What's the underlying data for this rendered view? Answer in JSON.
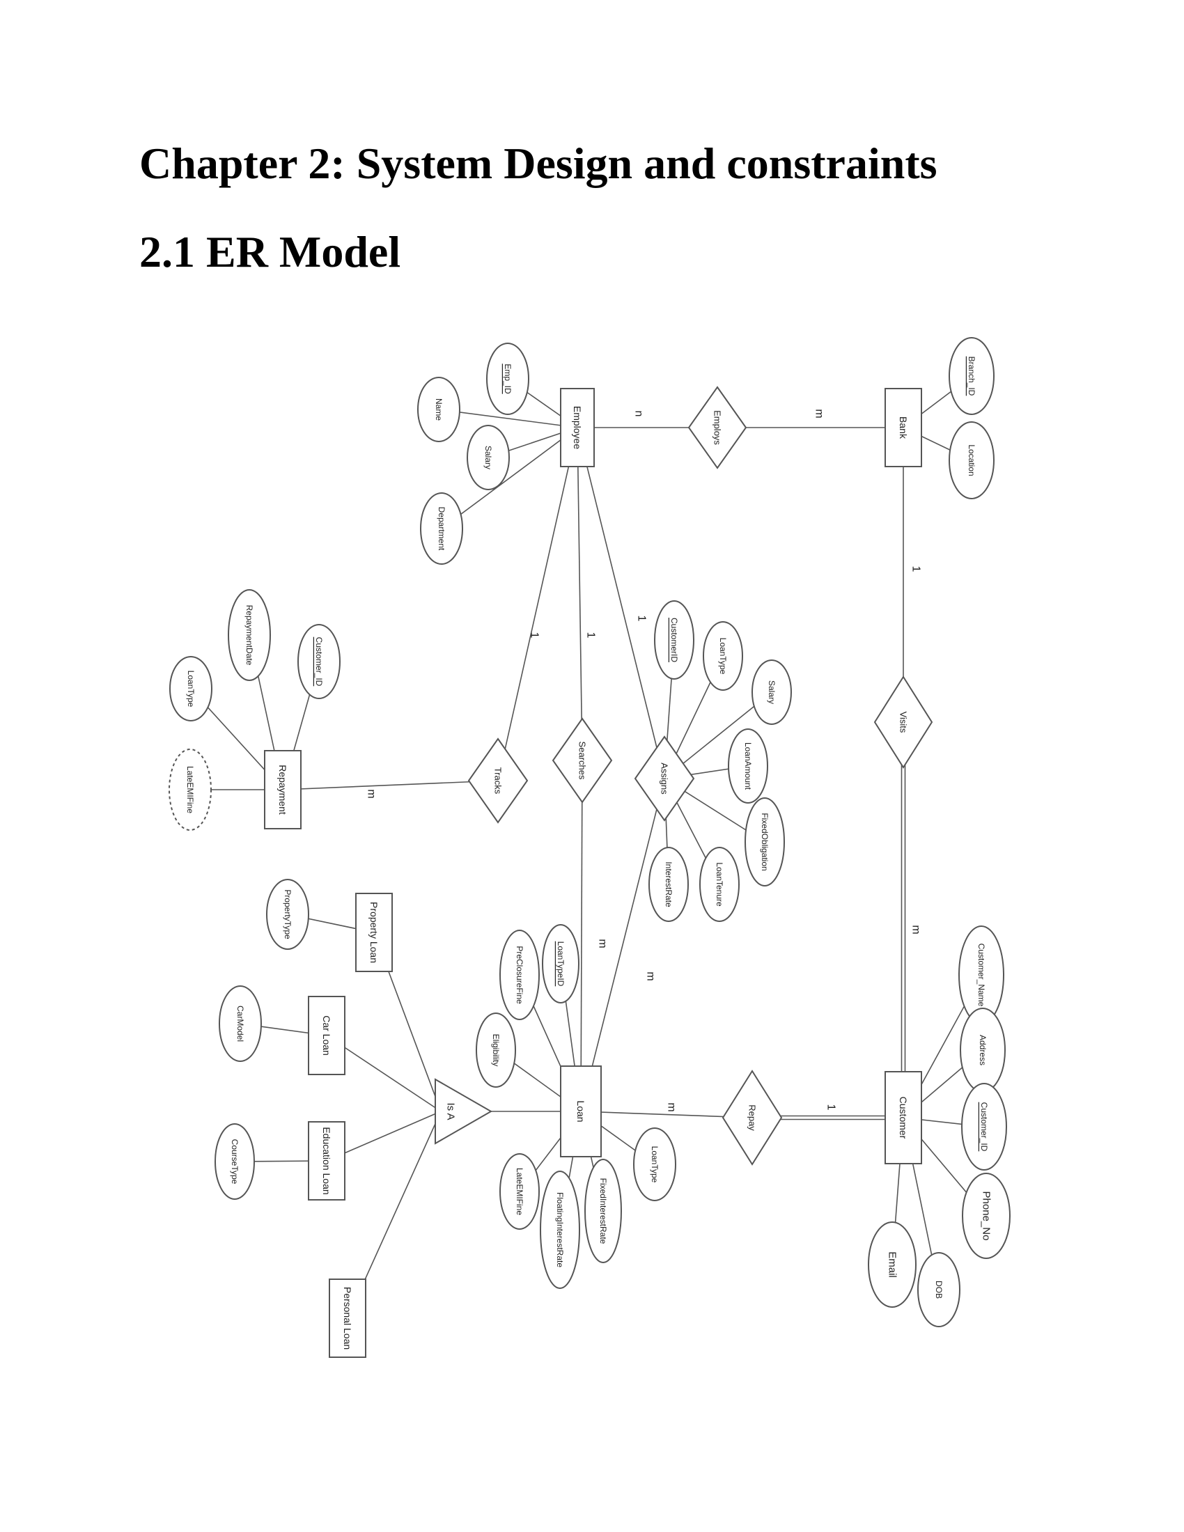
{
  "chapter_heading": "Chapter 2: System Design and constraints",
  "section_heading": "2.1 ER Model",
  "diagram": {
    "colors": {
      "line": "#555555",
      "fill": "#ffffff",
      "text": "#222222"
    },
    "entities": [
      {
        "id": "employee",
        "label": "Employee"
      },
      {
        "id": "bank",
        "label": "Bank"
      },
      {
        "id": "repayment",
        "label": "Repayment"
      },
      {
        "id": "loan",
        "label": "Loan"
      },
      {
        "id": "customer",
        "label": "Customer"
      },
      {
        "id": "property-loan",
        "label": "Property Loan"
      },
      {
        "id": "car-loan",
        "label": "Car Loan"
      },
      {
        "id": "education-loan",
        "label": "Education Loan"
      },
      {
        "id": "personal-loan",
        "label": "Personal Loan"
      }
    ],
    "relationships": [
      {
        "id": "employs",
        "label": "Employs"
      },
      {
        "id": "visits",
        "label": "Visits"
      },
      {
        "id": "tracks",
        "label": "Tracks"
      },
      {
        "id": "searches",
        "label": "Searches"
      },
      {
        "id": "assigns",
        "label": "Assigns"
      },
      {
        "id": "repay",
        "label": "Repay"
      },
      {
        "id": "isa",
        "label": "Is A"
      }
    ],
    "attributes": [
      {
        "id": "emp-id",
        "label": "Emp_ID",
        "key": true
      },
      {
        "id": "emp-name",
        "label": "Name"
      },
      {
        "id": "emp-salary",
        "label": "Salary"
      },
      {
        "id": "emp-department",
        "label": "Department"
      },
      {
        "id": "branch-id",
        "label": "Branch_ID",
        "key": true
      },
      {
        "id": "bank-location",
        "label": "Location"
      },
      {
        "id": "rep-customer-id",
        "label": "Customer_ID",
        "key": true
      },
      {
        "id": "rep-repayment-date",
        "label": "RepaymentDate"
      },
      {
        "id": "rep-loan-type",
        "label": "LoanType"
      },
      {
        "id": "rep-late-emi-fine",
        "label": "LateEMIFine",
        "derived": true
      },
      {
        "id": "as-customer-id",
        "label": "CustomerID",
        "key": true
      },
      {
        "id": "as-loan-type",
        "label": "LoanType"
      },
      {
        "id": "as-salary",
        "label": "Salary"
      },
      {
        "id": "as-loan-amount",
        "label": "LoanAmount"
      },
      {
        "id": "as-fixed-obligation",
        "label": "FixedObligation"
      },
      {
        "id": "as-loan-tenure",
        "label": "LoanTenure"
      },
      {
        "id": "as-interest-rate",
        "label": "InterestRate"
      },
      {
        "id": "loan-type-id",
        "label": "LoanTypeID",
        "key": true
      },
      {
        "id": "loan-preclosure-fine",
        "label": "PreClosureFine"
      },
      {
        "id": "loan-eligibility",
        "label": "Eligibility"
      },
      {
        "id": "loan-late-emi-fine",
        "label": "LateEMIFine"
      },
      {
        "id": "loan-floating-rate",
        "label": "FloatingInterestRate"
      },
      {
        "id": "loan-fixed-rate",
        "label": "FixedInterestRate"
      },
      {
        "id": "loan-loan-type",
        "label": "LoanType"
      },
      {
        "id": "property-type",
        "label": "PropertyType"
      },
      {
        "id": "car-model",
        "label": "CarModel"
      },
      {
        "id": "course-type",
        "label": "CourseType"
      },
      {
        "id": "cust-name",
        "label": "Customer_Name"
      },
      {
        "id": "cust-address",
        "label": "Address"
      },
      {
        "id": "cust-id",
        "label": "Customer_ID",
        "key": true
      },
      {
        "id": "cust-phone",
        "label": "Phone_No",
        "multivalued": true
      },
      {
        "id": "cust-dob",
        "label": "DOB"
      },
      {
        "id": "cust-email",
        "label": "Email",
        "multivalued": true
      }
    ],
    "cardinalities": [
      {
        "id": "card-employee-employs",
        "label": "n"
      },
      {
        "id": "card-bank-employs",
        "label": "m"
      },
      {
        "id": "card-bank-visits",
        "label": "1"
      },
      {
        "id": "card-customer-visits",
        "label": "m"
      },
      {
        "id": "card-employee-tracks",
        "label": "1"
      },
      {
        "id": "card-employee-searches",
        "label": "1"
      },
      {
        "id": "card-employee-assigns",
        "label": "1"
      },
      {
        "id": "card-repayment-tracks",
        "label": "m"
      },
      {
        "id": "card-loan-searches",
        "label": "m"
      },
      {
        "id": "card-loan-assigns",
        "label": "m"
      },
      {
        "id": "card-loan-repay",
        "label": "m"
      },
      {
        "id": "card-customer-repay",
        "label": "1"
      }
    ]
  }
}
